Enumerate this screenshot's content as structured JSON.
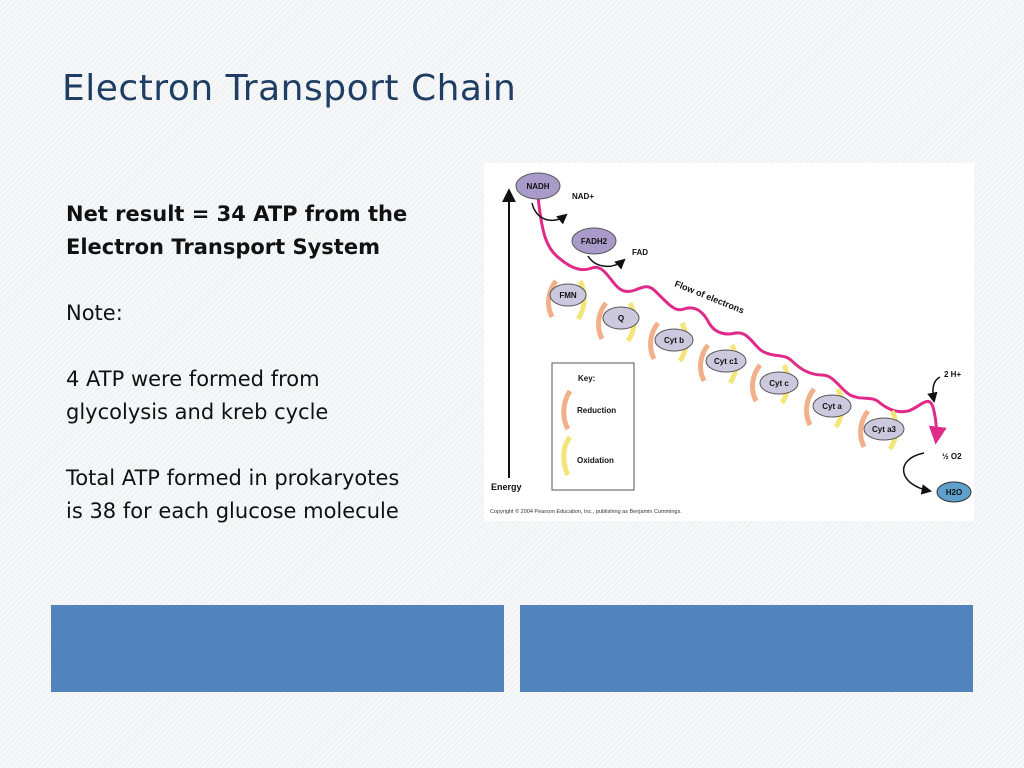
{
  "slide": {
    "title": "Electron Transport Chain",
    "paragraphs": [
      {
        "lines": [
          "Net result = 34 ATP from the",
          "Electron Transport System"
        ],
        "bold": true
      },
      {
        "lines": [
          "Note:"
        ],
        "bold": false
      },
      {
        "lines": [
          "4 ATP were formed from",
          "glycolysis and kreb cycle"
        ],
        "bold": false
      },
      {
        "lines": [
          "Total ATP formed in prokaryotes",
          "is 38 for each glucose molecule"
        ],
        "bold": false
      }
    ]
  },
  "diagram": {
    "carriers": [
      "NADH",
      "FADH2",
      "FMN",
      "Q",
      "Cyt b",
      "Cyt c1",
      "Cyt c",
      "Cyt a",
      "Cyt a3"
    ],
    "products": {
      "nad": "NAD+",
      "fad": "FAD",
      "protons": "2 H+",
      "oxygen": "½ O2",
      "water": "H2O"
    },
    "flow_label": "Flow of electrons",
    "axis_label": "Energy",
    "key": {
      "title": "Key:",
      "reduction": "Reduction",
      "oxidation": "Oxidation"
    },
    "copyright": "Copyright © 2004 Pearson Education, Inc., publishing as Benjamin Cummings."
  },
  "colors": {
    "title": "#1f3e64",
    "bar": "#5183bd",
    "flow_line": "#e02a8a",
    "carrier_fill": "#ccc8dd",
    "top_carrier_fill": "#a99bc9",
    "water_fill": "#5e9fcc",
    "reduction_arrow": "#f2b08a",
    "oxidation_arrow": "#f2e67a"
  }
}
